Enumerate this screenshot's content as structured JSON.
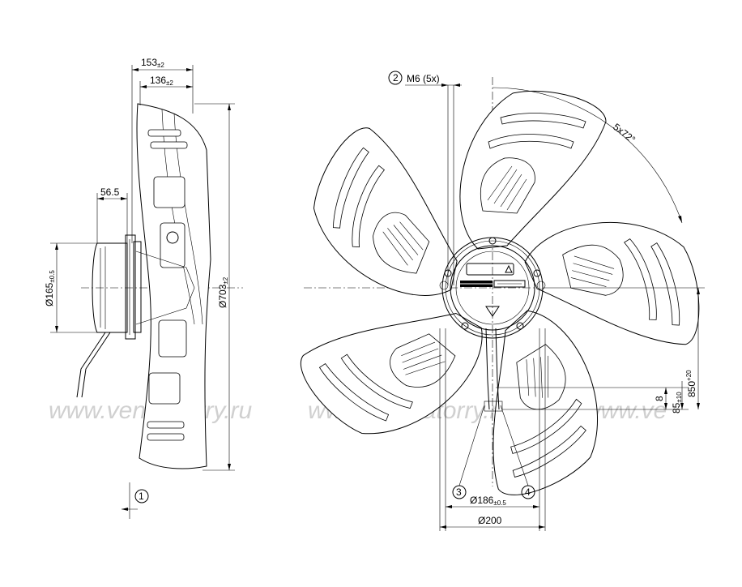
{
  "dimensions": {
    "d153": "153",
    "d153_tol": "±2",
    "d136": "136",
    "d136_tol": "±2",
    "d56": "56.5",
    "d165": "Ø165",
    "d165_tol": "±0.5",
    "d703": "Ø703",
    "d703_tol": "±2",
    "m6": "M6 (5x)",
    "angle": "5x72°",
    "d186": "Ø186",
    "d186_tol": "±0.5",
    "d200": "Ø200",
    "d8": "8",
    "d85": "85",
    "d85_tol": "±10",
    "d850": "850",
    "d850_tol": "+20"
  },
  "callouts": {
    "c1": "1",
    "c2": "2",
    "c3": "3",
    "c4": "4"
  },
  "watermark": {
    "w1": "www.ventilatorry.ru",
    "w2": "www.ventilatorry.ru",
    "w3": "www.ve"
  }
}
